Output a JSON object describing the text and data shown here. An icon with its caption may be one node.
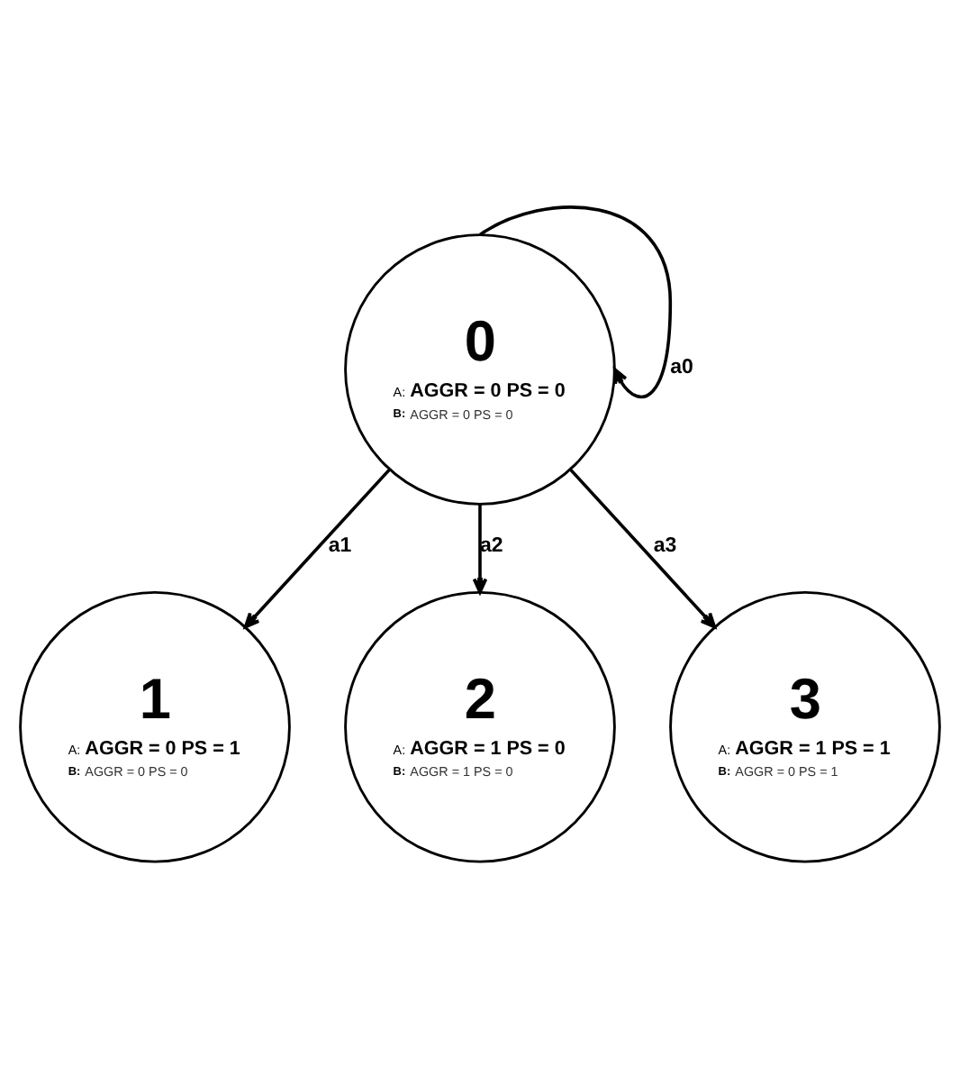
{
  "diagram": {
    "nodes": [
      {
        "text": [
          "0",
          "A:",
          "AGGR = 0 PS = 0",
          "B:",
          "AGGR = 0 PS = 0"
        ]
      },
      {
        "text": [
          "1",
          "A:",
          "AGGR = 0 PS = 1",
          "B:",
          "AGGR = 0 PS = 0"
        ]
      },
      {
        "text": [
          "2",
          "A:",
          "AGGR = 1 PS = 0",
          "B:",
          "AGGR = 1 PS = 0"
        ]
      },
      {
        "text": [
          "3",
          "A:",
          "AGGR = 1 PS = 1",
          "B:",
          "AGGR = 0 PS = 1"
        ]
      }
    ],
    "edges": [
      {
        "from": 0,
        "to": 0,
        "arrow": "to",
        "label": "a0"
      },
      {
        "from": 0,
        "to": 1,
        "arrow": "to",
        "label": "a1"
      },
      {
        "from": 0,
        "to": 2,
        "arrow": "to",
        "label": "a2"
      },
      {
        "from": 0,
        "to": 3,
        "arrow": "to",
        "label": "a3"
      }
    ]
  }
}
